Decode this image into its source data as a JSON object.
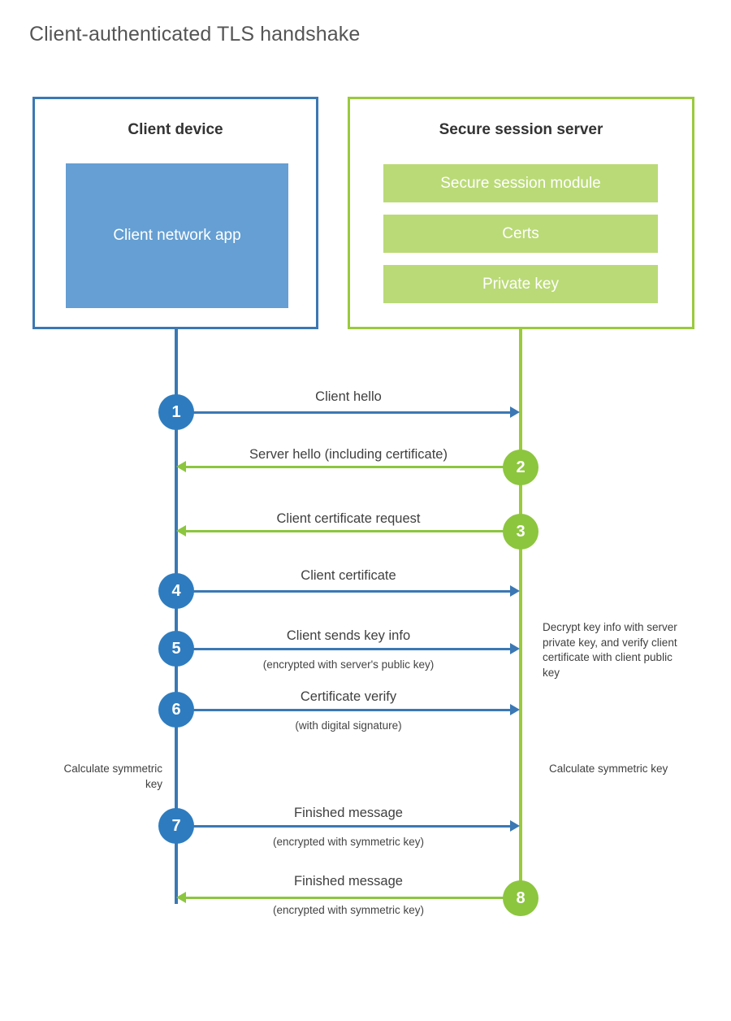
{
  "page": {
    "title": "Client-authenticated TLS handshake",
    "background": "#ffffff"
  },
  "colors": {
    "client_blue_border": "#3b78b4",
    "client_app_fill": "#659fd3",
    "client_circle": "#2e7cbf",
    "server_green_border": "#9aca3c",
    "server_bar_fill": "#bada77",
    "server_circle": "#8cc63e",
    "text": "#3c3c3c",
    "title_text": "#555555"
  },
  "client": {
    "title": "Client device",
    "app_label": "Client network app"
  },
  "server": {
    "title": "Secure session server",
    "bars": [
      {
        "label": "Secure session module"
      },
      {
        "label": "Certs"
      },
      {
        "label": "Private key"
      }
    ]
  },
  "steps": [
    {
      "number": "1",
      "label": "Client hello",
      "sublabel": "",
      "direction": "client-to-server",
      "color": "blue"
    },
    {
      "number": "2",
      "label": "Server hello (including certificate)",
      "sublabel": "",
      "direction": "server-to-client",
      "color": "green"
    },
    {
      "number": "3",
      "label": "Client certificate request",
      "sublabel": "",
      "direction": "server-to-client",
      "color": "green"
    },
    {
      "number": "4",
      "label": "Client certificate",
      "sublabel": "",
      "direction": "client-to-server",
      "color": "blue"
    },
    {
      "number": "5",
      "label": "Client sends key info",
      "sublabel": "(encrypted with server's public key)",
      "direction": "client-to-server",
      "color": "blue"
    },
    {
      "number": "6",
      "label": "Certificate verify",
      "sublabel": "(with digital signature)",
      "direction": "client-to-server",
      "color": "blue"
    },
    {
      "number": "7",
      "label": "Finished message",
      "sublabel": "(encrypted with symmetric key)",
      "direction": "client-to-server",
      "color": "blue"
    },
    {
      "number": "8",
      "label": "Finished message",
      "sublabel": "(encrypted with symmetric key)",
      "direction": "server-to-client",
      "color": "green"
    }
  ],
  "annotations": {
    "server_decrypt_note": "Decrypt key info with server private key, and verify client certificate with client public key",
    "client_calc_note": "Calculate symmetric key",
    "server_calc_note": "Calculate symmetric key"
  }
}
